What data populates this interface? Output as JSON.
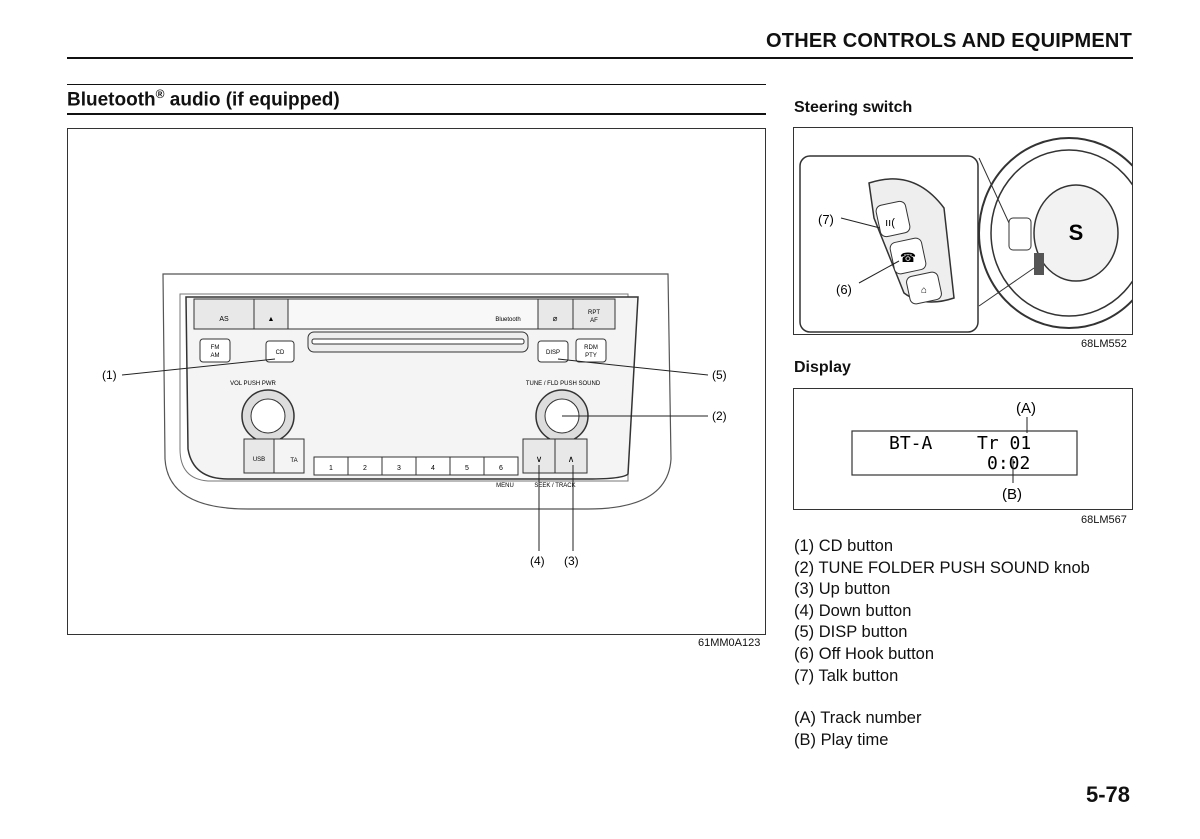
{
  "header": {
    "section": "OTHER CONTROLS AND EQUIPMENT"
  },
  "section": {
    "title": "Bluetooth",
    "reg": "®",
    "suffix": " audio (if equipped)"
  },
  "main_figure": {
    "code": "61MM0A123",
    "buttons": {
      "as": "AS",
      "eject": "▲",
      "bluetooth": "Bluetooth",
      "mute": "🔇",
      "rpt": "RPT",
      "af": "AF",
      "fm": "FM",
      "am": "AM",
      "cd": "CD",
      "disp": "DISP",
      "rdm": "RDM",
      "pty": "PTY",
      "usb": "USB",
      "ta": "TA",
      "presets": [
        "1",
        "2",
        "3",
        "4",
        "5",
        "6"
      ],
      "down": "∨",
      "up": "∧",
      "menu": "MENU",
      "seek": "SEEK / TRACK"
    },
    "knob_labels": {
      "left": "VOL PUSH PWR",
      "right": "TUNE / FLD PUSH SOUND"
    },
    "callouts": {
      "c1": "(1)",
      "c2": "(2)",
      "c3": "(3)",
      "c4": "(4)",
      "c5": "(5)"
    }
  },
  "steering": {
    "title": "Steering switch",
    "code": "68LM552",
    "callouts": {
      "c6": "(6)",
      "c7": "(7)"
    }
  },
  "display": {
    "title": "Display",
    "code": "68LM567",
    "mode": "BT-A",
    "track": "Tr 01",
    "time": "0:02",
    "callouts": {
      "a": "(A)",
      "b": "(B)"
    }
  },
  "legend": [
    "(1) CD button",
    "(2) TUNE FOLDER PUSH SOUND knob",
    "(3) Up button",
    "(4) Down button",
    "(5) DISP button",
    "(6) Off Hook button",
    "(7) Talk button"
  ],
  "legend2": [
    "(A) Track number",
    "(B) Play time"
  ],
  "page_number": "5-78"
}
